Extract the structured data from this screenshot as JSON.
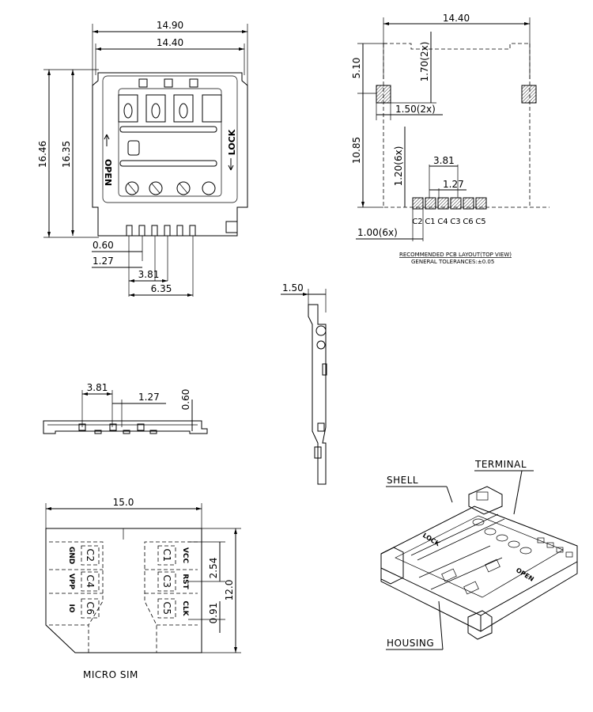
{
  "top_view": {
    "dim_width_outer": "14.90",
    "dim_width_inner": "14.40",
    "dim_height_outer": "16.46",
    "dim_height_inner": "16.35",
    "dim_pitch_small": "0.60",
    "dim_pitch_a": "1.27",
    "dim_pitch_b": "3.81",
    "dim_pitch_c": "6.35",
    "text_open": "OPEN",
    "text_lock": "LOCK"
  },
  "pcb_layout": {
    "dim_width": "14.40",
    "dim_top_offset": "5.10",
    "dim_tab_height": "1.70(2x)",
    "dim_tab_width": "1.50(2x)",
    "dim_pad_offset": "10.85",
    "dim_pad_height": "1.20(6x)",
    "dim_pitch_wide": "3.81",
    "dim_pitch_narrow": "1.27",
    "dim_pad_width": "1.00(6x)",
    "pad_labels": [
      "C2",
      "C1",
      "C4",
      "C3",
      "C6",
      "C5"
    ],
    "title_line1": "RECOMMENDED PCB LAYOUT(TOP VIEW)",
    "title_line2": "GENERAL TOLERANCES:±0.05"
  },
  "side_view": {
    "dim_thickness": "1.50"
  },
  "front_view": {
    "dim_pitch_a": "3.81",
    "dim_pitch_b": "1.27",
    "dim_height": "0.60"
  },
  "micro_sim": {
    "dim_width": "15.0",
    "dim_height": "12.0",
    "dim_pitch": "2.54",
    "dim_offset": "0.91",
    "contacts_left": [
      "C2",
      "C4",
      "C6"
    ],
    "signals_left": [
      "GND",
      "VPP",
      "IO"
    ],
    "contacts_right": [
      "C1",
      "C3",
      "C5"
    ],
    "signals_right": [
      "VCC",
      "RST",
      "CLK"
    ],
    "caption": "MICRO SIM"
  },
  "isometric": {
    "label_shell": "SHELL",
    "label_terminal": "TERMINAL",
    "label_housing": "HOUSING",
    "text_lock": "LOCK",
    "text_open": "OPEN"
  }
}
